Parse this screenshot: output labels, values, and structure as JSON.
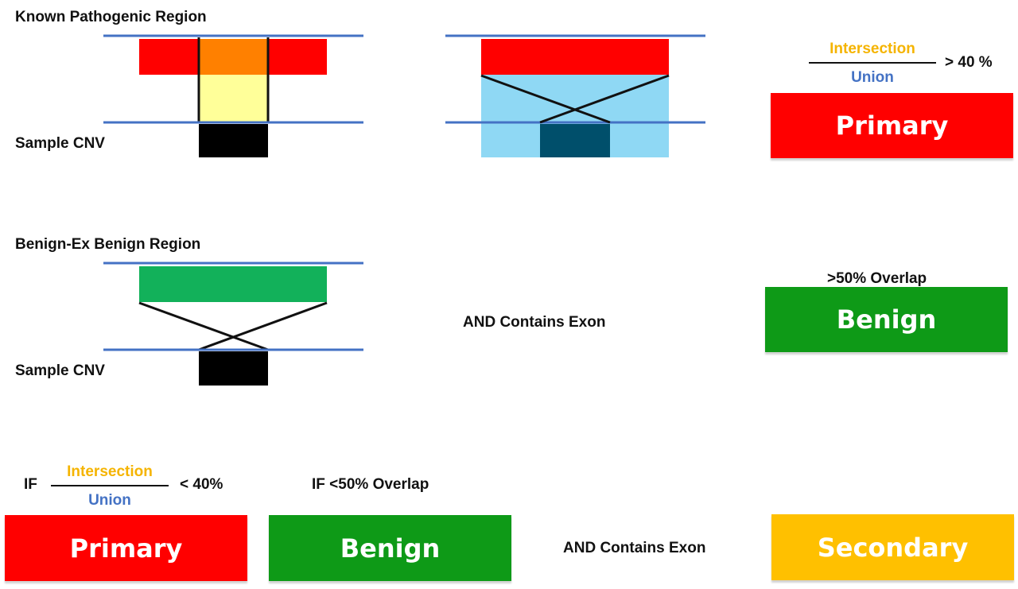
{
  "labels": {
    "known_pathogenic_region": "Known Pathogenic Region",
    "sample_cnv": "Sample CNV",
    "benign_ex_benign_region": "Benign-Ex Benign Region",
    "and_contains_exon": "AND Contains Exon",
    "over_50_overlap": ">50% Overlap",
    "if": "IF",
    "if_under_50_overlap": "IF <50% Overlap"
  },
  "fraction": {
    "numerator": "Intersection",
    "denominator": "Union",
    "greater_than": "> 40 %",
    "less_than": "< 40%"
  },
  "badges": {
    "primary": "Primary",
    "benign": "Benign",
    "secondary": "Secondary"
  },
  "colors": {
    "primary": "#ff0000",
    "benign": "#0e9a17",
    "secondary": "#ffc000",
    "intersection_text": "#f5b400",
    "union_text": "#4472c4",
    "guide_line": "#4472c4",
    "pathogenic_region": "#ff0000",
    "intersection_fill": "#ff8000",
    "sample_extent_fill": "#ffff99",
    "union_fill": "#8fd8f4",
    "sample_cnv_dark": "#004f6b",
    "benign_region": "#12b15a",
    "sample_cnv": "#000000"
  }
}
